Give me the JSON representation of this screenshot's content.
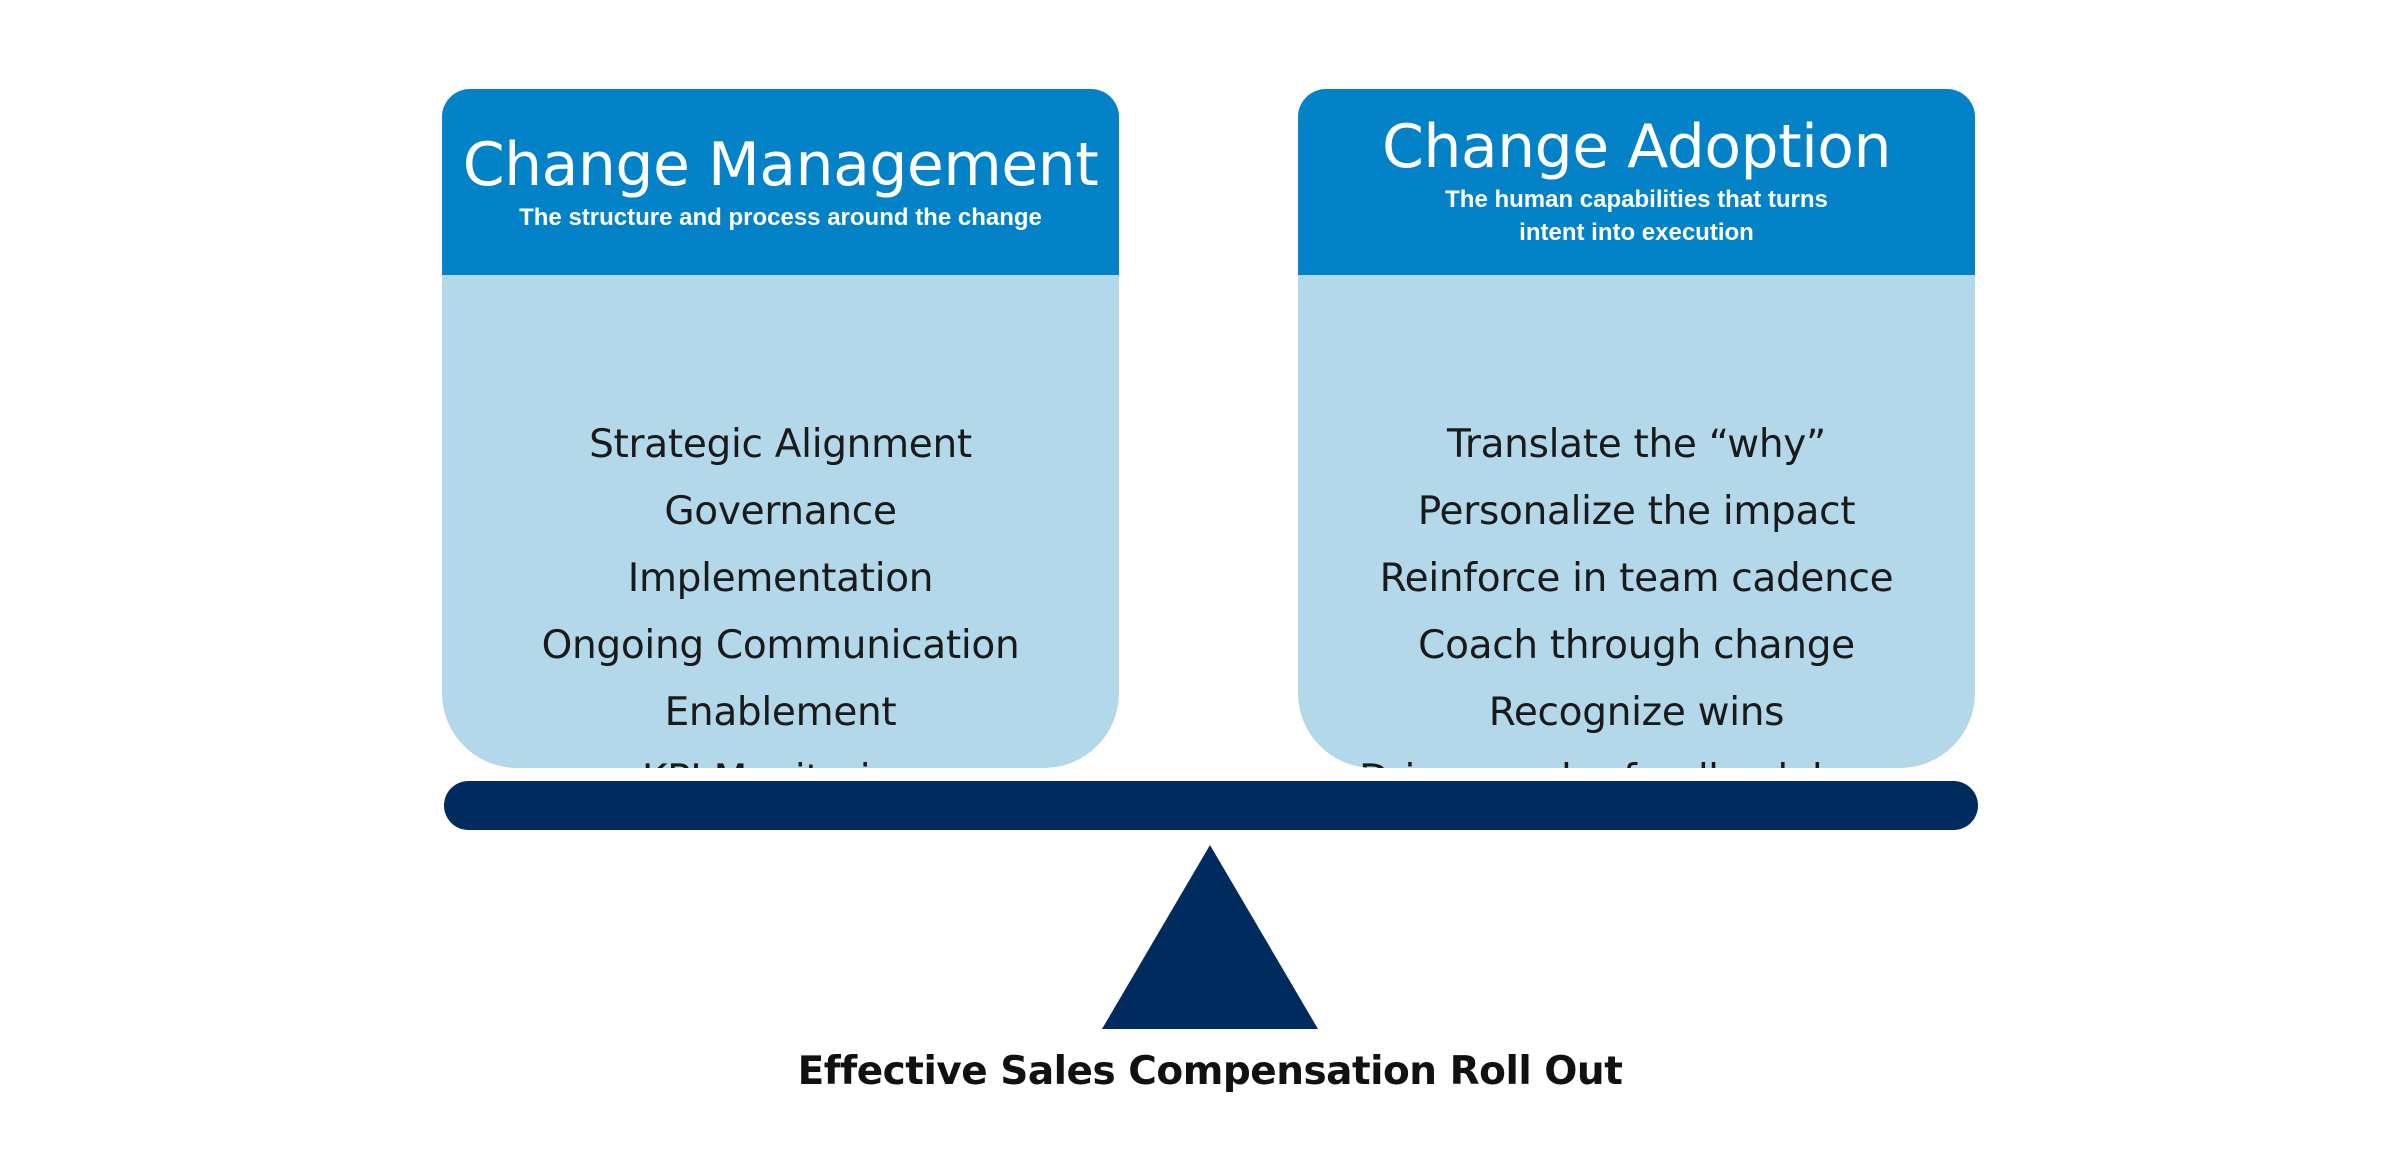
{
  "left_card": {
    "title": "Change Management",
    "subtitle": "The structure and process around the change",
    "items": [
      "Strategic Alignment",
      "Governance",
      "Implementation",
      "Ongoing Communication",
      "Enablement",
      "KPI Monitoring"
    ]
  },
  "right_card": {
    "title": "Change Adoption",
    "subtitle_line1": "The human capabilities that turns",
    "subtitle_line2": "intent into execution",
    "items": [
      "Translate the “why”",
      "Personalize the impact",
      "Reinforce in team cadence",
      "Coach through change",
      "Recognize wins",
      "Drive regular feedback loops"
    ]
  },
  "fulcrum_label": "Effective Sales Compensation Roll Out",
  "colors": {
    "header_blue": "#0382c8",
    "card_body_light_blue": "#b3d8ea",
    "beam_navy": "#002b5f"
  }
}
